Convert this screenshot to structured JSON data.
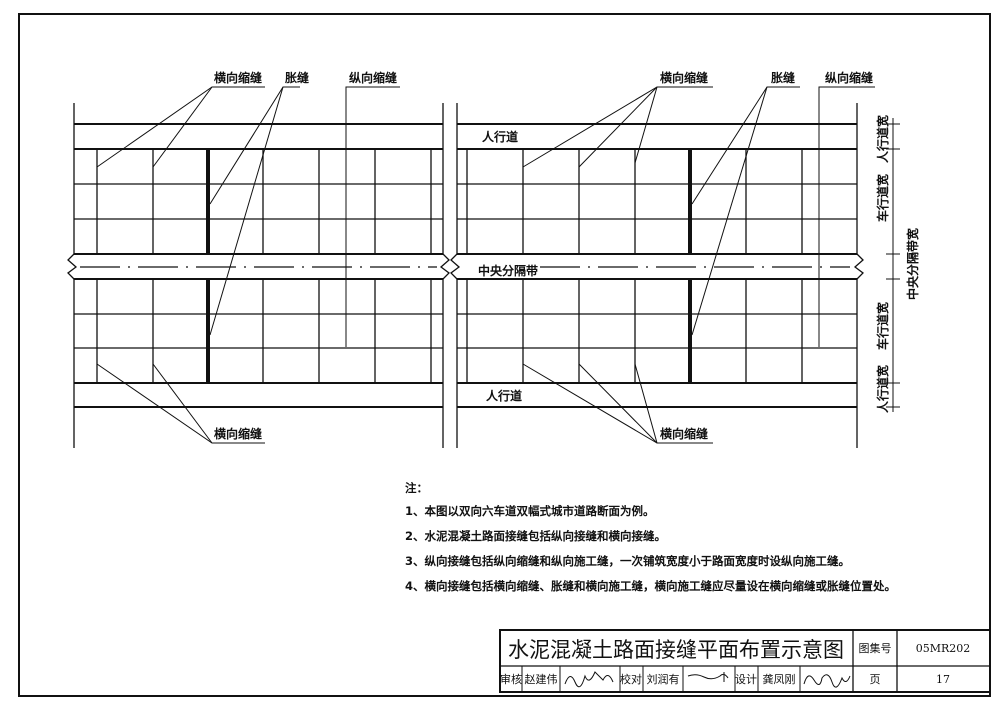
{
  "labels": {
    "transverse_contraction": "横向缩缝",
    "expansion": "胀缝",
    "longitudinal_contraction": "纵向缩缝",
    "sidewalk": "人行道",
    "median": "中央分隔带"
  },
  "dimensions": {
    "sidewalk_width": "人行道宽",
    "carriageway_width": "车行道宽",
    "median_width": "中央分隔带宽"
  },
  "notes": {
    "heading": "注：",
    "items": [
      "1、本图以双向六车道双幅式城市道路断面为例。",
      "2、水泥混凝土路面接缝包括纵向接缝和横向接缝。",
      "3、纵向接缝包括纵向缩缝和纵向施工缝，一次铺筑宽度小于路面宽度时设纵向施工缝。",
      "4、横向接缝包括横向缩缝、胀缝和横向施工缝，横向施工缝应尽量设在横向缩缝或胀缝位置处。"
    ]
  },
  "title_block": {
    "title": "水泥混凝土路面接缝平面布置示意图",
    "atlas_label": "图集号",
    "atlas_no": "05MR202",
    "page_label": "页",
    "page_no": "17",
    "review_label": "审核",
    "reviewer": "赵建伟",
    "check_label": "校对",
    "checker": "刘润有",
    "design_label": "设计",
    "designer": "龚凤刚"
  }
}
